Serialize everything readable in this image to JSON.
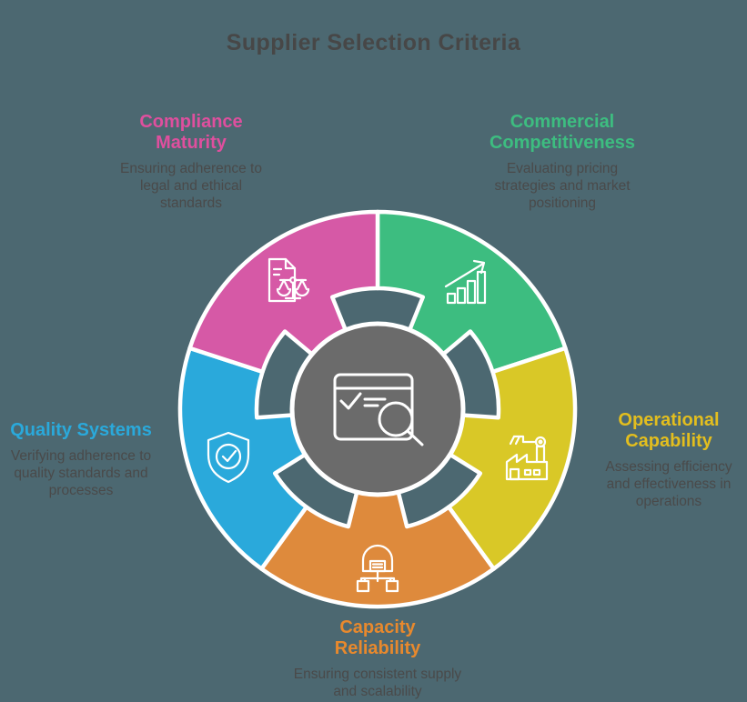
{
  "title": "Supplier Selection Criteria",
  "background_color": "#4C6871",
  "title_color": "#474747",
  "description_color": "#4A4A4A",
  "segments": [
    {
      "label": "Compliance Maturity",
      "description": "Ensuring adherence to legal and ethical standards",
      "color": "#D659A6",
      "label_color": "#DF4F9E",
      "icon": "document-scales-icon"
    },
    {
      "label": "Commercial Competitiveness",
      "description": "Evaluating pricing strategies and market positioning",
      "color": "#3DBD80",
      "label_color": "#3DBD80",
      "icon": "growth-chart-icon"
    },
    {
      "label": "Operational Capability",
      "description": "Assessing efficiency and effectiveness in operations",
      "color": "#D9C827",
      "label_color": "#E3BE1E",
      "icon": "factory-robot-icon"
    },
    {
      "label": "Capacity Reliability",
      "description": "Ensuring consistent supply and scalability",
      "color": "#DE8A3C",
      "label_color": "#E8892D",
      "icon": "warehouse-distribution-icon"
    },
    {
      "label": "Quality Systems",
      "description": "Verifying adherence to quality standards and processes",
      "color": "#2AA9DB",
      "label_color": "#2AA9DB",
      "icon": "shield-check-icon"
    }
  ],
  "center": {
    "color": "#6B6B6B",
    "icon": "audit-browser-search-icon"
  }
}
